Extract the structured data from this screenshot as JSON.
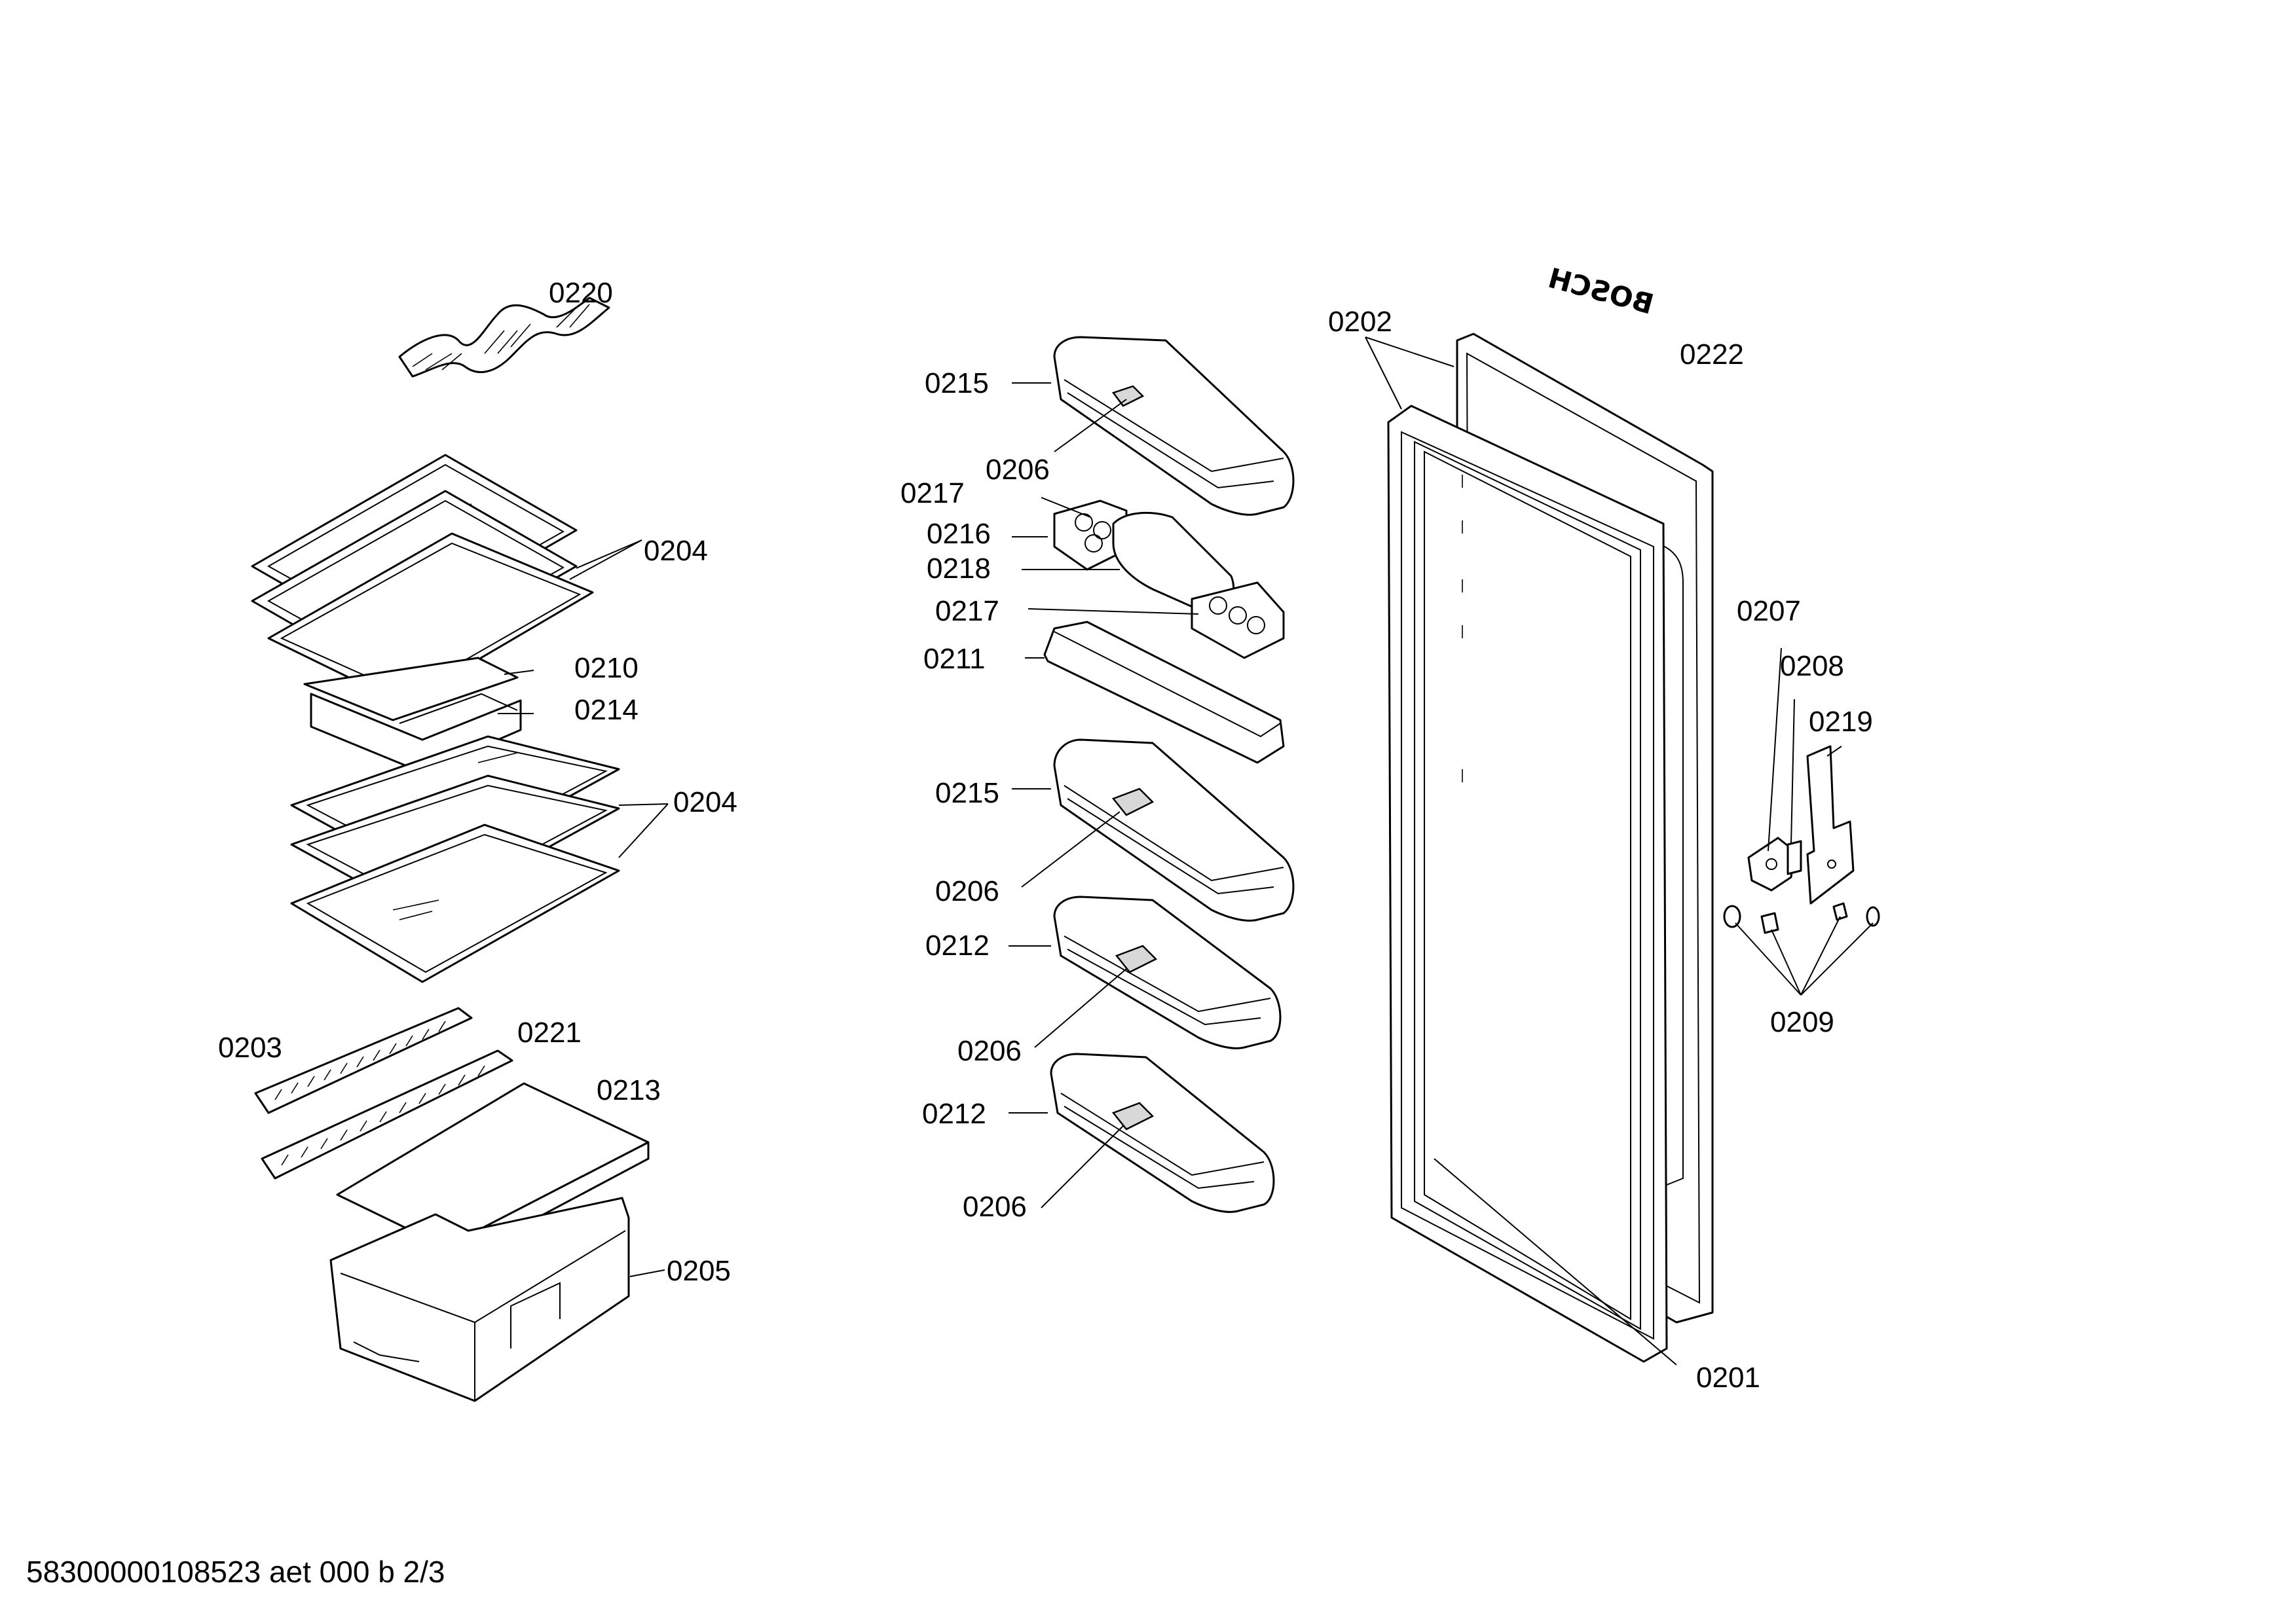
{
  "labels": {
    "p0201": "0201",
    "p0202": "0202",
    "p0203": "0203",
    "p0204": "0204",
    "p0205": "0205",
    "p0206": "0206",
    "p0207": "0207",
    "p0208": "0208",
    "p0209": "0209",
    "p0210": "0210",
    "p0211": "0211",
    "p0212": "0212",
    "p0213": "0213",
    "p0214": "0214",
    "p0215": "0215",
    "p0216": "0216",
    "p0217": "0217",
    "p0218": "0218",
    "p0219": "0219",
    "p0220": "0220",
    "p0221": "0221",
    "p0222": "0222"
  },
  "brand_mark": "BOSCH",
  "footer": "58300000108523 aet 000 b 2/3"
}
